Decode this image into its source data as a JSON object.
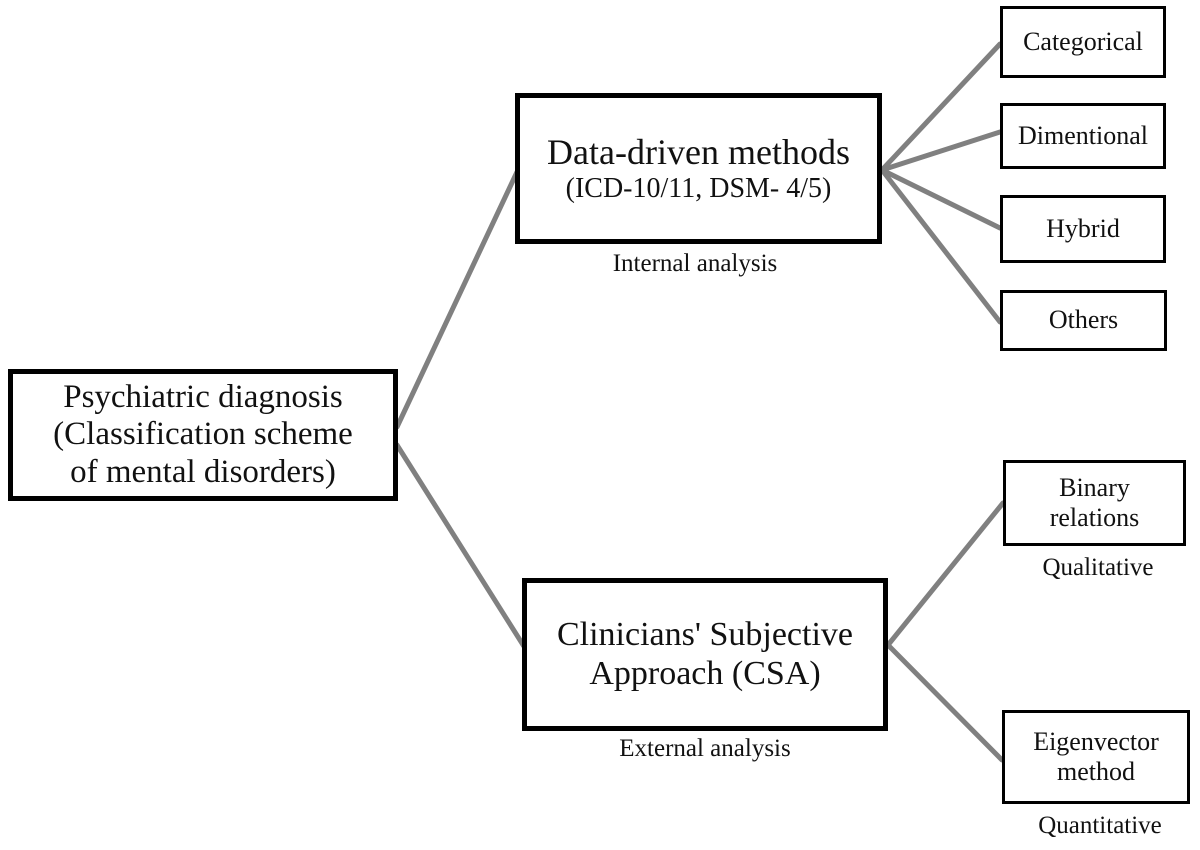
{
  "diagram": {
    "type": "hierarchical-tree",
    "orientation": "left-to-right",
    "background_color": "#ffffff",
    "box_border_color": "#000000",
    "connector_color": "#808080",
    "text_color": "#111111",
    "root": {
      "line1": "Psychiatric diagnosis",
      "line2": "(Classification scheme",
      "line3": "of mental disorders)"
    },
    "branches": {
      "data_driven": {
        "title": "Data-driven methods",
        "subtitle": "(ICD-10/11, DSM- 4/5)",
        "caption": "Internal analysis",
        "children": [
          {
            "label": "Categorical"
          },
          {
            "label": "Dimentional"
          },
          {
            "label": "Hybrid"
          },
          {
            "label": "Others"
          }
        ]
      },
      "csa": {
        "title_line1": "Clinicians' Subjective",
        "title_line2": "Approach (CSA)",
        "caption": "External analysis",
        "children": [
          {
            "label_line1": "Binary",
            "label_line2": "relations",
            "caption": "Qualitative"
          },
          {
            "label_line1": "Eigenvector",
            "label_line2": "method",
            "caption": "Quantitative"
          }
        ]
      }
    }
  }
}
